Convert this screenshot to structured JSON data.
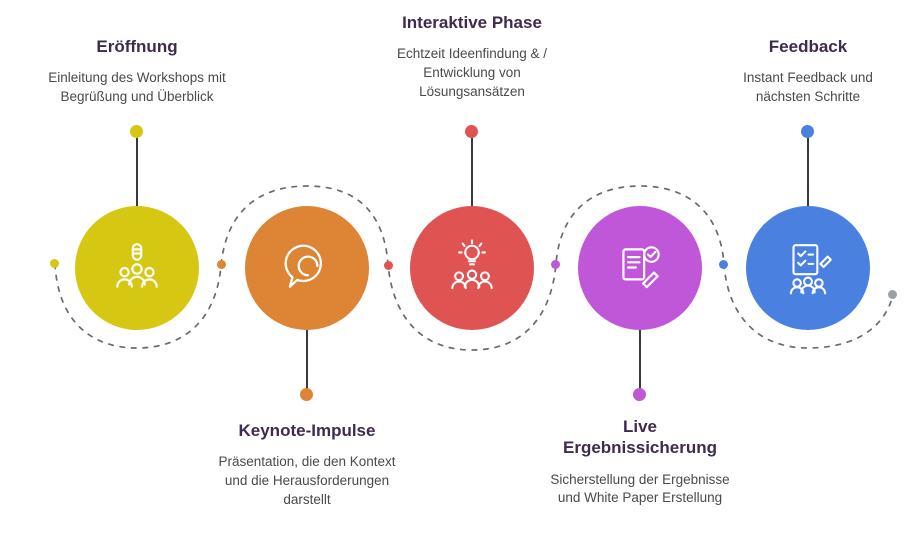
{
  "diagram": {
    "background": "#ffffff",
    "connector_color": "#6b6b6b",
    "title_color": "#3f2b4c",
    "description_color": "#4a4a4a",
    "stem_color": "#3a3a3a",
    "end_dot_color": "#9aa0a6"
  },
  "steps": [
    {
      "title": "Eröffnung",
      "description": "Einleitung des Workshops mit\nBegrüßung und Überblick",
      "color": "#d6c713",
      "icon": "presenter-audience-icon",
      "label_position": "top"
    },
    {
      "title": "Keynote-Impulse",
      "description": "Präsentation, die den Kontext\nund die Herausforderungen\ndarstellt",
      "color": "#dd8435",
      "icon": "speech-bubble-icon",
      "label_position": "bottom"
    },
    {
      "title": "Interaktive Phase",
      "description": "Echtzeit Ideenfindung & /\nEntwicklung von\nLösungsansätzen",
      "color": "#e05353",
      "icon": "idea-people-icon",
      "label_position": "top"
    },
    {
      "title": "Live\nErgebnissicherung",
      "description": "Sicherstellung der Ergebnisse\nund White Paper Erstellung",
      "color": "#c057d9",
      "icon": "document-check-icon",
      "label_position": "bottom"
    },
    {
      "title": "Feedback",
      "description": "Instant Feedback und\nnächsten Schritte",
      "color": "#4a80e0",
      "icon": "feedback-checklist-icon",
      "label_position": "top"
    }
  ]
}
